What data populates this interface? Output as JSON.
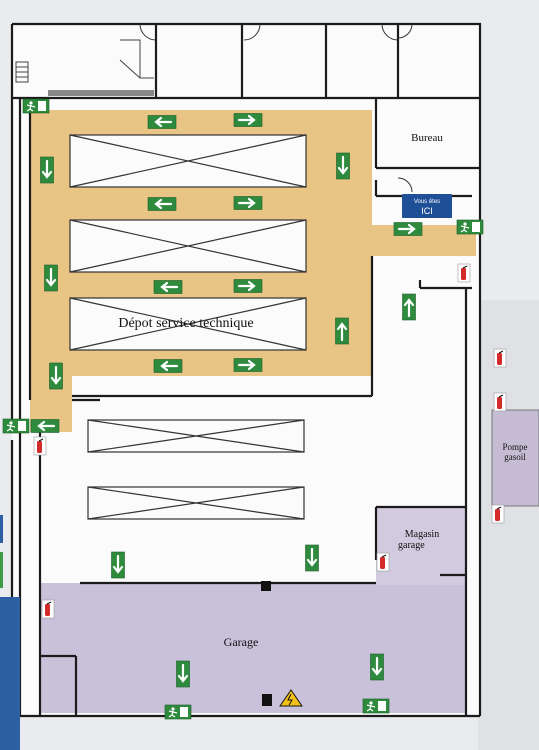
{
  "rooms": {
    "bureau": "Bureau",
    "depot": "Dépot service technique",
    "magasin_line1": "Magasin",
    "magasin_line2": "garage",
    "garage": "Garage",
    "pompe_line1": "Pompe",
    "pompe_line2": "gasoil"
  },
  "you_are_here": {
    "line1": "Vous êtes",
    "line2": "ICI"
  },
  "colors": {
    "circulation_zone": "#e8c485",
    "garage_zone": "#c9c0d9",
    "pompe_zone": "#c5bcd3",
    "wall": "#1b1b1b",
    "exit_sign": "#2e8b3e",
    "you_are_here": "#1f4f96",
    "extinguisher": "#d42a2a",
    "warning": "#f2c21b"
  },
  "icons": {
    "direction_arrow": "evacuation-arrow-icon",
    "emergency_exit": "running-man-exit-icon",
    "extinguisher": "fire-extinguisher-icon",
    "warning": "electrical-hazard-icon"
  }
}
